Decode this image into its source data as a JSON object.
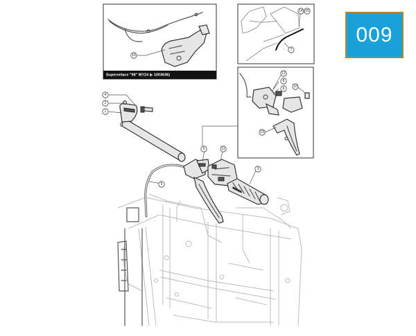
{
  "badge": {
    "label": "009"
  },
  "insets": {
    "top_left": {
      "callouts": [
        "16"
      ],
      "caption": "Supervelace \"98\" MY24 (▸ 1003636)"
    },
    "top_right": {
      "callouts": [
        "14",
        "15",
        "7"
      ]
    },
    "mid_right": {
      "callouts": [
        "12",
        "8",
        "6",
        "10",
        "13"
      ]
    }
  },
  "main": {
    "callouts": [
      "4",
      "2",
      "1",
      "9",
      "11",
      "3",
      "5"
    ]
  }
}
